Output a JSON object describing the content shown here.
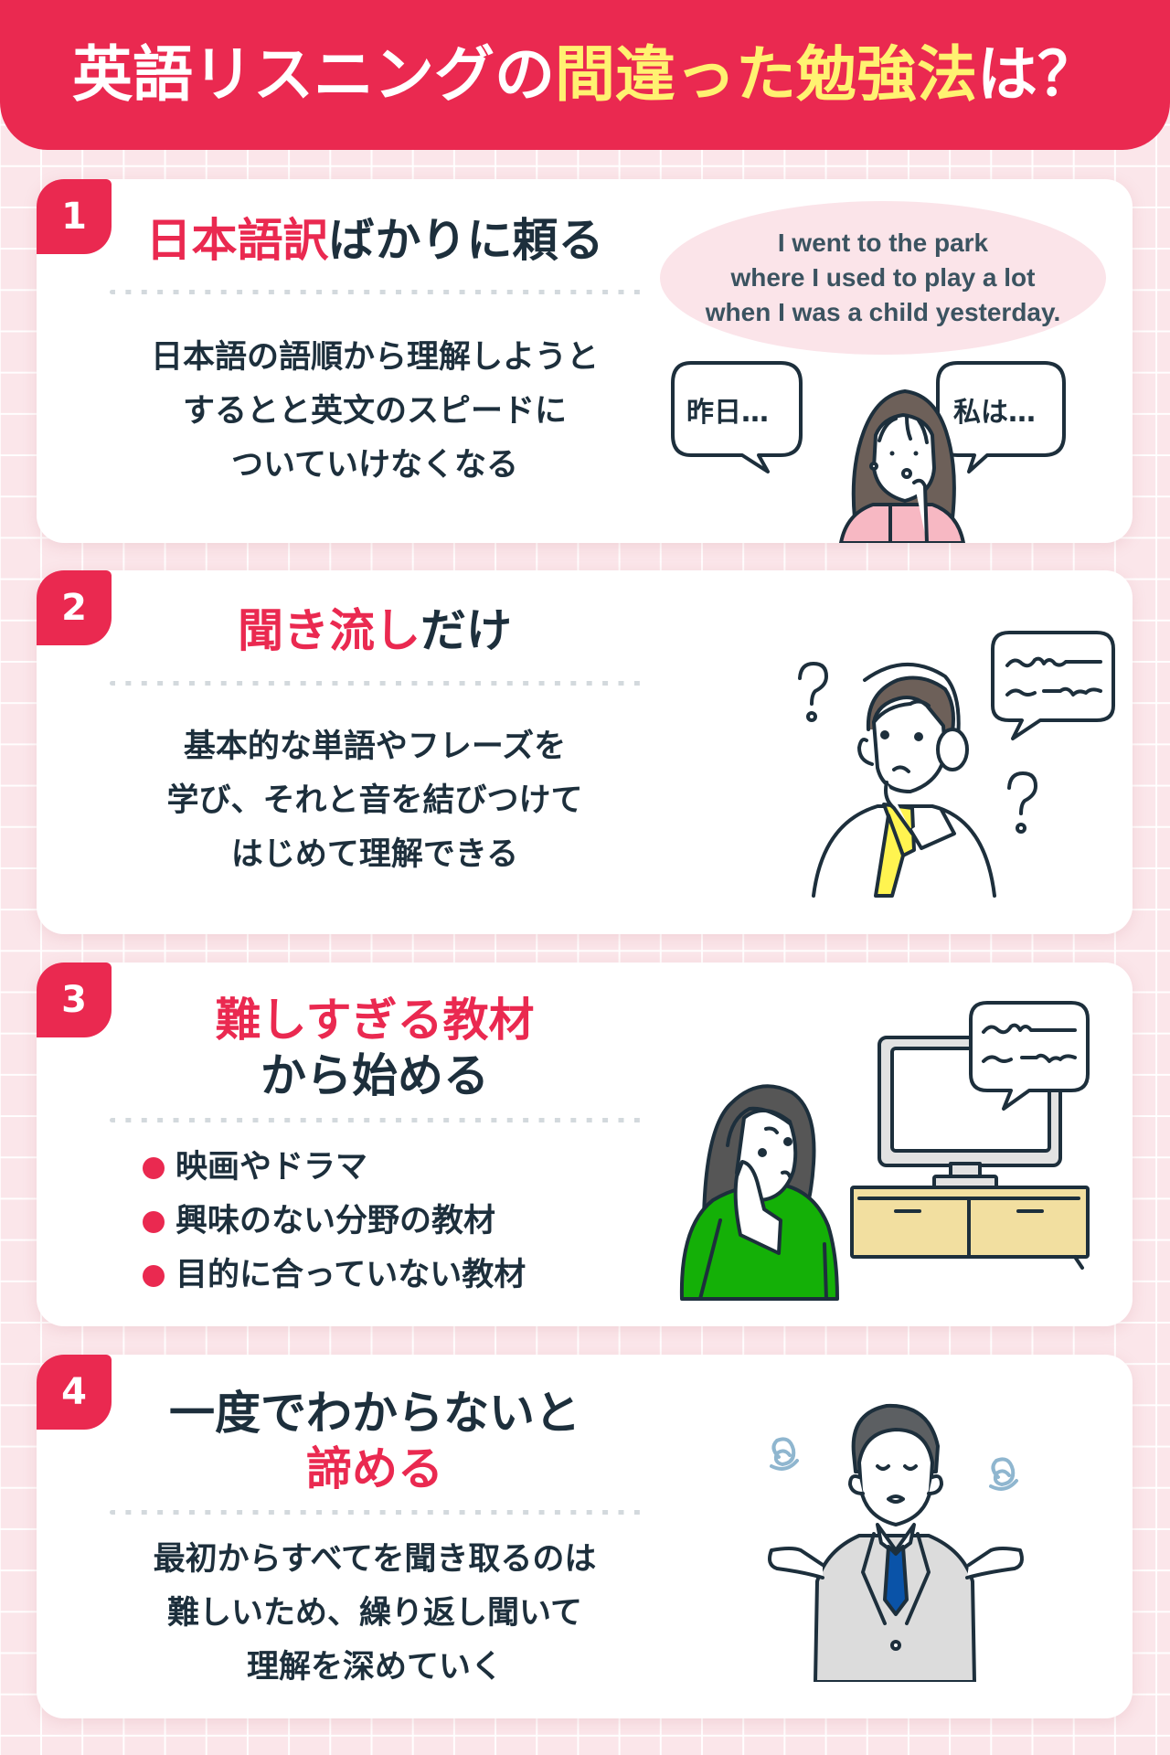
{
  "header": {
    "title_white": "英語リスニングの",
    "title_highlight": "間違った勉強法",
    "title_suffix": "は？",
    "colors": {
      "background": "#ea2950",
      "text": "#ffffff",
      "highlight": "#fff271"
    }
  },
  "colors": {
    "accent": "#ea2950",
    "text": "#1d2f3c",
    "page_background": "#fbe6ea",
    "divider": "#d3d9dd"
  },
  "cards": [
    {
      "number": "1",
      "title_red": "日本語訳",
      "title_dark": "ばかりに頼る",
      "body": [
        "日本語の語順から理解しようと",
        "するとと英文のスピードに",
        "ついていけなくなる"
      ],
      "illustration": {
        "type": "woman-thinking-with-speech-bubbles",
        "english_bubble": [
          "I went to the park",
          "where I used to play a lot",
          "when I was a child yesterday."
        ],
        "left_bubble": "昨日…",
        "right_bubble": "私は…"
      }
    },
    {
      "number": "2",
      "title_red": "聞き流し",
      "title_dark": "だけ",
      "body": [
        "基本的な単語やフレーズを",
        "学び、それと音を結びつけて",
        "はじめて理解できる"
      ],
      "illustration": {
        "type": "man-with-headphones-confused"
      }
    },
    {
      "number": "3",
      "title_red": "難しすぎる教材",
      "title_dark": "から始める",
      "bullets": [
        "映画やドラマ",
        "興味のない分野の教材",
        "目的に合っていない教材"
      ],
      "illustration": {
        "type": "woman-watching-tv-worried"
      }
    },
    {
      "number": "4",
      "title_dark": "一度でわからないと",
      "title_red": "諦める",
      "body": [
        "最初からすべてを聞き取るのは",
        "難しいため、繰り返し聞いて",
        "理解を深めていく"
      ],
      "illustration": {
        "type": "businessman-shrugging-sigh"
      }
    }
  ]
}
